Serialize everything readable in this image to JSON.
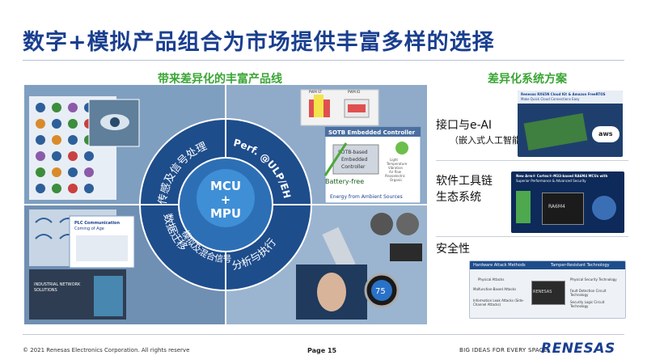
{
  "title": "数字+模拟产品组合为市场提供丰富多样的选择",
  "left_panel": {
    "heading": "带来差异化的丰富产品线",
    "center": {
      "line1": "MCU",
      "line2": "+",
      "line3": "MPU"
    },
    "ring_labels": {
      "top_left": "传感及信号处理",
      "top_right": "Perf. @ULP/EH",
      "bottom_center": "模拟及混合信号",
      "bottom_left": "数据迁移",
      "bottom_right": "分析与执行"
    },
    "plc_card": {
      "line1": "PLC Communication",
      "line2": "Coming of Age"
    },
    "network_card": {
      "line1": "INDUSTRIAL NETWORK",
      "line2": "SOLUTIONS"
    },
    "sotb": {
      "title": "SOTB Embedded Controller",
      "box_line1": "SOTB-based",
      "box_line2": "Embedded",
      "box_line3": "Controller",
      "side1": "Light",
      "side2": "Temperature",
      "side3": "Vibration",
      "side4": "Air flow",
      "side5": "Piezoelectric",
      "side6": "Organic",
      "battery": "Battery-free",
      "caption": "Energy  from Ambient  Sources"
    },
    "chip_labels": {
      "a": "PWM ST",
      "b": "PWM ID"
    },
    "thermostat": "75"
  },
  "right_panel": {
    "heading": "差异化系统方案",
    "items": [
      {
        "label": "接口与e-AI",
        "sublabel": "（嵌入式人工智能）"
      },
      {
        "label_line1": "软件工具链",
        "label_line2": "生态系统"
      },
      {
        "label": "安全性"
      }
    ],
    "card1": {
      "line1": "Renesas RX65N Cloud Kit & Amazon FreeRTOS",
      "line2": "Make Quick Cloud Connections Easy",
      "aws": "aws"
    },
    "card2": {
      "line1": "New Arm® Cortex®-M33-based RA6M4 MCUs with",
      "line2": "Superior Performance & Advanced Security",
      "chip": "RA6M4"
    },
    "card3": {
      "left_header": "Hardware Attack Methods",
      "right_header": "Tamper-Resistant Technology",
      "left": [
        "Physical Attacks",
        "Malfunction-Based Attacks",
        "Information Leak Attacks (Side-Channel Attacks)"
      ],
      "right": [
        "Physical Security Technology",
        "Fault Detection Circuit Technology",
        "Security Logic Circuit Technology"
      ],
      "chip": "RENESAS"
    }
  },
  "footer": {
    "copyright": "© 2021 Renesas Electronics Corporation. All rights reserve",
    "page": "Page 15",
    "tagline": "BIG IDEAS FOR EVERY SPACE",
    "logo": "RENESAS"
  },
  "colors": {
    "title": "#1a3f8f",
    "accent_green": "#3aa534",
    "ring_dark": "#1e4d8c",
    "ring_mid": "#2d6fb5",
    "center": "#3f8fd6",
    "quad_bg": "#8aa9c9"
  }
}
